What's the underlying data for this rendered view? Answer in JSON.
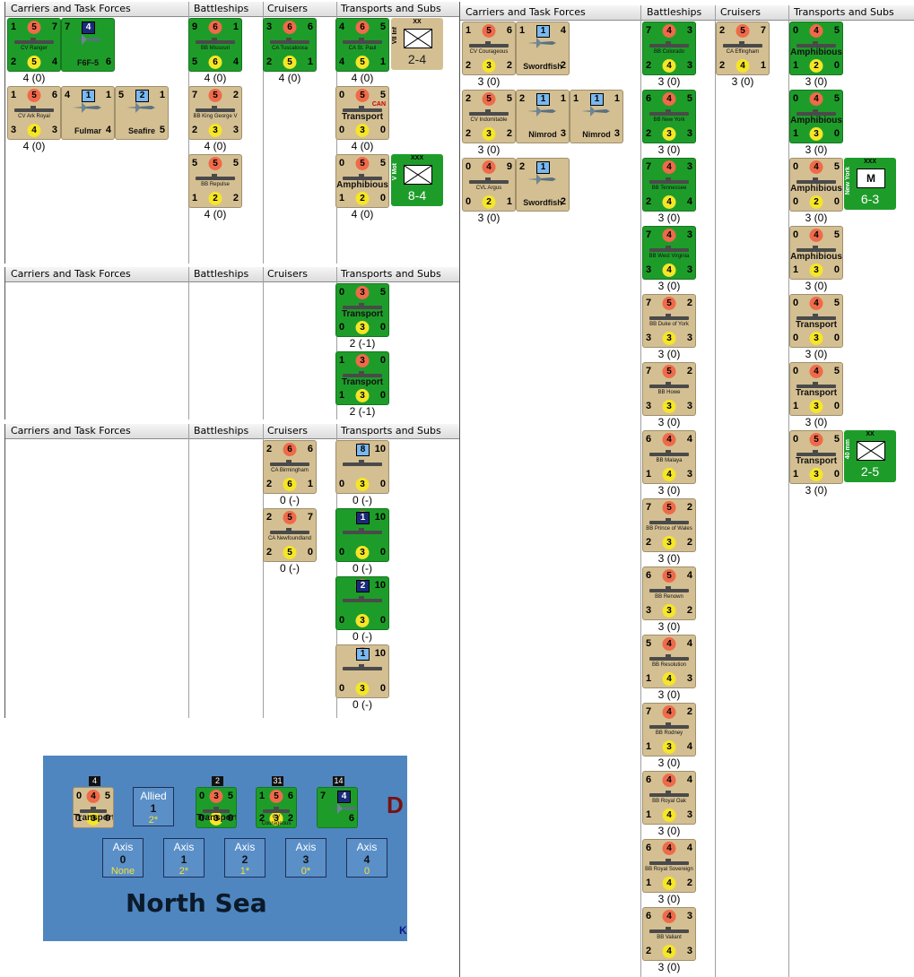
{
  "headers": {
    "carriers": "Carriers and Task Forces",
    "battleships": "Battleships",
    "cruisers": "Cruisers",
    "transports": "Transports and Subs"
  },
  "panel_a": {
    "carriers": [
      {
        "name": "CV Ranger",
        "tl": "1",
        "top": "5",
        "tr": "7",
        "bl": "2",
        "bot": "5",
        "br": "4",
        "color": "green",
        "caption": "4 (0)"
      },
      {
        "name": "F6F-5",
        "tl": "7",
        "sq": "4",
        "br": "6",
        "color": "green",
        "plane": true
      },
      {
        "name": "CV Ark Royal",
        "tl": "1",
        "top": "5",
        "tr": "6",
        "bl": "3",
        "bot": "4",
        "br": "3",
        "color": "tan",
        "caption": "4 (0)"
      },
      {
        "name": "Fulmar",
        "tl": "4",
        "sq": "1",
        "tr": "1",
        "br": "4",
        "color": "tan",
        "plane": true
      },
      {
        "name": "Seafire",
        "tl": "5",
        "sq": "2",
        "tr": "1",
        "br": "5",
        "color": "tan",
        "plane": true
      }
    ],
    "battleships": [
      {
        "name": "BB Missouri",
        "tl": "9",
        "top": "6",
        "tr": "1",
        "bl": "5",
        "bot": "6",
        "br": "4",
        "color": "green",
        "caption": "4 (0)"
      },
      {
        "name": "BB King George V",
        "tl": "7",
        "top": "5",
        "tr": "2",
        "bl": "2",
        "bot": "3",
        "br": "3",
        "color": "tan",
        "caption": "4 (0)"
      },
      {
        "name": "BB Repulse",
        "tl": "5",
        "top": "5",
        "tr": "5",
        "bl": "1",
        "bot": "2",
        "br": "2",
        "color": "tan",
        "caption": "4 (0)"
      }
    ],
    "cruisers": [
      {
        "name": "CA Tuscaloosa",
        "tl": "3",
        "top": "6",
        "tr": "6",
        "bl": "2",
        "bot": "5",
        "br": "1",
        "color": "green",
        "caption": "4 (0)"
      }
    ],
    "transports": [
      {
        "name": "CA St. Paul",
        "tl": "4",
        "top": "6",
        "tr": "5",
        "bl": "4",
        "bot": "5",
        "br": "1",
        "color": "green",
        "caption": "4 (0)"
      },
      {
        "name": "Transport",
        "tl": "0",
        "top": "5",
        "tr": "5",
        "bl": "0",
        "bot": "3",
        "br": "0",
        "color": "tan",
        "tag": "CAN",
        "caption": "4 (0)"
      },
      {
        "name": "Amphibious",
        "tl": "0",
        "top": "5",
        "tr": "5",
        "bl": "1",
        "bot": "2",
        "br": "0",
        "color": "tan",
        "caption": "4 (0)"
      }
    ],
    "ground": [
      {
        "side": "VII Inf",
        "size": "XX",
        "str": "2-4",
        "color": "tan"
      },
      {
        "side": "V Mot",
        "size": "XXX",
        "str": "8-4",
        "color": "green"
      }
    ]
  },
  "panel_b": {
    "transports": [
      {
        "name": "Transport",
        "tl": "0",
        "top": "3",
        "tr": "5",
        "bl": "0",
        "bot": "3",
        "br": "0",
        "color": "green",
        "caption": "2 (-1)"
      },
      {
        "name": "Transport",
        "tl": "1",
        "top": "3",
        "tr": "0",
        "bl": "1",
        "bot": "3",
        "br": "0",
        "color": "green",
        "caption": "2 (-1)"
      }
    ]
  },
  "panel_c": {
    "cruisers": [
      {
        "name": "CA Birmingham",
        "tl": "2",
        "top": "6",
        "tr": "6",
        "bl": "2",
        "bot": "6",
        "br": "1",
        "color": "tan",
        "caption": "0 (-)"
      },
      {
        "name": "CA Newfoundland",
        "tl": "2",
        "top": "5",
        "tr": "7",
        "bl": "2",
        "bot": "5",
        "br": "0",
        "color": "tan",
        "caption": "0 (-)"
      }
    ],
    "transports": [
      {
        "sq": "8",
        "top": "3",
        "tr": "10",
        "bl": "0",
        "bot": "3",
        "br": "0",
        "color": "tan",
        "caption": "0 (-)"
      },
      {
        "sq": "1",
        "top": "3",
        "tr": "10",
        "bl": "0",
        "bot": "3",
        "br": "0",
        "color": "green",
        "caption": "0 (-)"
      },
      {
        "sq": "2",
        "top": "3",
        "tr": "10",
        "bl": "0",
        "bot": "3",
        "br": "0",
        "color": "green",
        "caption": "0 (-)"
      },
      {
        "sq": "1",
        "top": "3",
        "tr": "10",
        "bl": "0",
        "bot": "3",
        "br": "0",
        "color": "tan",
        "caption": "0 (-)"
      }
    ]
  },
  "panel_d": {
    "carriers": [
      {
        "name": "CV Courageous",
        "tl": "1",
        "top": "5",
        "tr": "6",
        "bl": "2",
        "bot": "3",
        "br": "2",
        "color": "tan",
        "caption": "3 (0)"
      },
      {
        "name": "Swordfish",
        "tl": "1",
        "sq": "1",
        "tr": "4",
        "br": "2",
        "color": "tan",
        "plane": true
      },
      {
        "name": "CV Indomitable",
        "tl": "2",
        "top": "5",
        "tr": "5",
        "bl": "2",
        "bot": "3",
        "br": "2",
        "color": "tan",
        "caption": "3 (0)"
      },
      {
        "name": "Nimrod",
        "tl": "2",
        "sq": "1",
        "tr": "1",
        "br": "3",
        "color": "tan",
        "plane": true
      },
      {
        "name": "Nimrod",
        "tl": "1",
        "sq": "1",
        "tr": "1",
        "br": "3",
        "color": "tan",
        "plane": true
      },
      {
        "name": "CVL Argus",
        "tl": "0",
        "top": "4",
        "tr": "9",
        "bl": "0",
        "bot": "2",
        "br": "1",
        "color": "tan",
        "caption": "3 (0)"
      },
      {
        "name": "Swordfish",
        "tl": "2",
        "sq": "1",
        "br": "2",
        "color": "tan",
        "plane": true
      }
    ],
    "battleships": [
      {
        "name": "BB Colorado",
        "tl": "7",
        "top": "4",
        "tr": "3",
        "bl": "2",
        "bot": "4",
        "br": "3",
        "color": "green",
        "caption": "3 (0)"
      },
      {
        "name": "BB New York",
        "tl": "6",
        "top": "4",
        "tr": "5",
        "bl": "2",
        "bot": "3",
        "br": "3",
        "color": "green",
        "caption": "3 (0)"
      },
      {
        "name": "BB Tennessee",
        "tl": "7",
        "top": "4",
        "tr": "3",
        "bl": "2",
        "bot": "4",
        "br": "4",
        "color": "green",
        "caption": "3 (0)"
      },
      {
        "name": "BB West Virginia",
        "tl": "7",
        "top": "4",
        "tr": "3",
        "bl": "3",
        "bot": "4",
        "br": "3",
        "color": "green",
        "caption": "3 (0)"
      },
      {
        "name": "BB Duke of York",
        "tl": "7",
        "top": "5",
        "tr": "2",
        "bl": "3",
        "bot": "3",
        "br": "3",
        "color": "tan",
        "caption": "3 (0)"
      },
      {
        "name": "BB Howe",
        "tl": "7",
        "top": "5",
        "tr": "2",
        "bl": "3",
        "bot": "3",
        "br": "3",
        "color": "tan",
        "caption": "3 (0)"
      },
      {
        "name": "BB Malaya",
        "tl": "6",
        "top": "4",
        "tr": "4",
        "bl": "1",
        "bot": "4",
        "br": "3",
        "color": "tan",
        "caption": "3 (0)"
      },
      {
        "name": "BB Prince of Wales",
        "tl": "7",
        "top": "5",
        "tr": "2",
        "bl": "2",
        "bot": "3",
        "br": "2",
        "color": "tan",
        "caption": "3 (0)"
      },
      {
        "name": "BB Renown",
        "tl": "6",
        "top": "5",
        "tr": "4",
        "bl": "3",
        "bot": "3",
        "br": "2",
        "color": "tan",
        "caption": "3 (0)"
      },
      {
        "name": "BB Resolution",
        "tl": "5",
        "top": "4",
        "tr": "4",
        "bl": "1",
        "bot": "4",
        "br": "3",
        "color": "tan",
        "caption": "3 (0)"
      },
      {
        "name": "BB Rodney",
        "tl": "7",
        "top": "4",
        "tr": "2",
        "bl": "1",
        "bot": "3",
        "br": "4",
        "color": "tan",
        "caption": "3 (0)"
      },
      {
        "name": "BB Royal Oak",
        "tl": "6",
        "top": "4",
        "tr": "4",
        "bl": "1",
        "bot": "4",
        "br": "3",
        "color": "tan",
        "caption": "3 (0)"
      },
      {
        "name": "BB Royal Sovereign",
        "tl": "6",
        "top": "4",
        "tr": "4",
        "bl": "1",
        "bot": "4",
        "br": "2",
        "color": "tan",
        "caption": "3 (0)"
      },
      {
        "name": "BB Valiant",
        "tl": "6",
        "top": "4",
        "tr": "3",
        "bl": "2",
        "bot": "4",
        "br": "3",
        "color": "tan",
        "caption": "3 (0)"
      }
    ],
    "cruisers": [
      {
        "name": "CA Effingham",
        "tl": "2",
        "top": "5",
        "tr": "7",
        "bl": "2",
        "bot": "4",
        "br": "1",
        "color": "tan",
        "caption": "3 (0)"
      }
    ],
    "transports": [
      {
        "name": "Amphibious",
        "tl": "0",
        "top": "4",
        "tr": "5",
        "bl": "1",
        "bot": "2",
        "br": "0",
        "color": "green",
        "caption": "3 (0)"
      },
      {
        "name": "Amphibious",
        "tl": "0",
        "top": "4",
        "tr": "5",
        "bl": "1",
        "bot": "3",
        "br": "0",
        "color": "green",
        "caption": "3 (0)"
      },
      {
        "name": "Amphibious",
        "tl": "0",
        "top": "4",
        "tr": "5",
        "bl": "0",
        "bot": "2",
        "br": "0",
        "color": "tan",
        "caption": "3 (0)"
      },
      {
        "name": "Amphibious",
        "tl": "0",
        "top": "4",
        "tr": "5",
        "bl": "1",
        "bot": "3",
        "br": "0",
        "color": "tan",
        "caption": "3 (0)"
      },
      {
        "name": "Transport",
        "tl": "0",
        "top": "4",
        "tr": "5",
        "bl": "0",
        "bot": "3",
        "br": "0",
        "color": "tan",
        "caption": "3 (0)"
      },
      {
        "name": "Transport",
        "tl": "0",
        "top": "4",
        "tr": "5",
        "bl": "1",
        "bot": "3",
        "br": "0",
        "color": "tan",
        "caption": "3 (0)"
      },
      {
        "name": "Transport",
        "tl": "0",
        "top": "5",
        "tr": "5",
        "bl": "1",
        "bot": "3",
        "br": "0",
        "color": "tan",
        "caption": "3 (0)"
      }
    ],
    "ground": [
      {
        "side": "New York",
        "size": "XXX",
        "sym": "M",
        "str": "6-3",
        "color": "green"
      },
      {
        "side": "40 mm",
        "size": "XX",
        "str": "2-5",
        "color": "green"
      }
    ]
  },
  "map": {
    "sea_name": "North Sea",
    "edge_letter": "D",
    "edge_letter2": "K",
    "stacks": [
      {
        "flag": "4",
        "tl": "0",
        "top": "4",
        "tr": "5",
        "bl": "1",
        "bot": "3",
        "br": "0",
        "name": "Transport",
        "color": "tan"
      },
      {
        "flag": "2",
        "tl": "0",
        "top": "3",
        "tr": "5",
        "bl": "0",
        "bot": "3",
        "br": "0",
        "name": "Transport",
        "color": "green"
      },
      {
        "flag": "31",
        "tl": "1",
        "top": "5",
        "tr": "6",
        "bl": "2",
        "bot": "3",
        "br": "2",
        "name": "CV Courageous",
        "color": "green"
      },
      {
        "flag": "14",
        "tl": "7",
        "sq": "4",
        "br": "6",
        "name": "F6F-5",
        "color": "green",
        "plane": true
      }
    ],
    "allied": {
      "label": "Allied",
      "num": "1",
      "val": "2*"
    },
    "axis_boxes": [
      {
        "label": "Axis",
        "num": "0",
        "val": "None"
      },
      {
        "label": "Axis",
        "num": "1",
        "val": "2*"
      },
      {
        "label": "Axis",
        "num": "2",
        "val": "1*"
      },
      {
        "label": "Axis",
        "num": "3",
        "val": "0*"
      },
      {
        "label": "Axis",
        "num": "4",
        "val": "0"
      }
    ]
  }
}
